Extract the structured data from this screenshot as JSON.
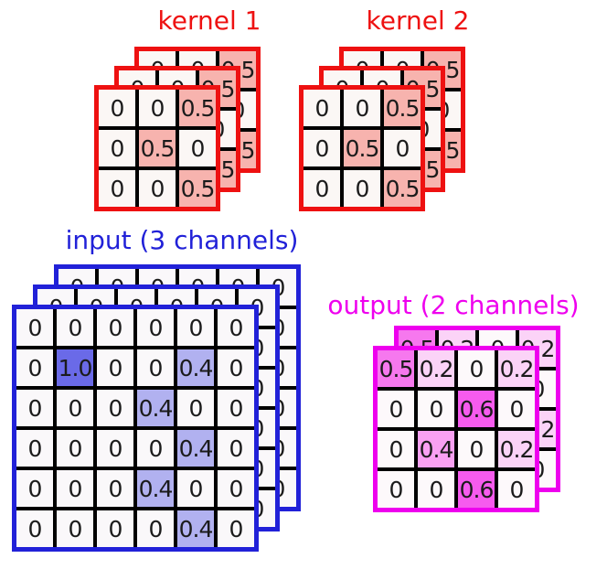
{
  "kernel1": {
    "title": "kernel 1",
    "accent_color": "#ee1111",
    "cell_colors": {
      "0": "#fbf7f5",
      "0.5": "#f7b3ae"
    },
    "layers": [
      [
        [
          "0",
          "0",
          "0.5"
        ],
        [
          "0",
          "0.5",
          "0"
        ],
        [
          "0",
          "0",
          "0.5"
        ]
      ],
      [
        [
          "0",
          "0",
          "0.5"
        ],
        [
          "0",
          "0.5",
          "0"
        ],
        [
          "0",
          "0",
          "0.5"
        ]
      ],
      [
        [
          "0",
          "0",
          "0.5"
        ],
        [
          "0",
          "0.5",
          "0"
        ],
        [
          "0",
          "0",
          "0.5"
        ]
      ]
    ]
  },
  "kernel2": {
    "title": "kernel 2",
    "accent_color": "#ee1111",
    "cell_colors": {
      "0": "#fbf7f5",
      "0.5": "#f7b3ae"
    },
    "layers": [
      [
        [
          "0",
          "0",
          "0.5"
        ],
        [
          "0",
          "0.5",
          "0"
        ],
        [
          "0",
          "0",
          "0.5"
        ]
      ],
      [
        [
          "0",
          "0",
          "0.5"
        ],
        [
          "0",
          "0.5",
          "0"
        ],
        [
          "0",
          "0",
          "0.5"
        ]
      ],
      [
        [
          "0",
          "0",
          "0.5"
        ],
        [
          "0",
          "0.5",
          "0"
        ],
        [
          "0",
          "0",
          "0.5"
        ]
      ]
    ]
  },
  "input": {
    "title": "input (3 channels)",
    "accent_color": "#2121d8",
    "cell_colors": {
      "0": "#faf8fa",
      "0.4": "#b1b1f0",
      "1.0": "#6a6ae8"
    },
    "layers": [
      [
        [
          "0",
          "0",
          "0",
          "0",
          "0",
          "0"
        ],
        [
          "0",
          "1.0",
          "0",
          "0",
          "0.4",
          "0"
        ],
        [
          "0",
          "0",
          "0",
          "0.4",
          "0",
          "0"
        ],
        [
          "0",
          "0",
          "0",
          "0",
          "0.4",
          "0"
        ],
        [
          "0",
          "0",
          "0",
          "0.4",
          "0",
          "0"
        ],
        [
          "0",
          "0",
          "0",
          "0",
          "0.4",
          "0"
        ]
      ],
      [
        [
          "0",
          "0",
          "0",
          "0",
          "0",
          "0"
        ],
        [
          "0",
          "1.0",
          "0",
          "0",
          "0.4",
          "0"
        ],
        [
          "0",
          "0",
          "0",
          "0.4",
          "0",
          "0"
        ],
        [
          "0",
          "0",
          "0",
          "0",
          "0.4",
          "0"
        ],
        [
          "0",
          "0",
          "0",
          "0.4",
          "0",
          "0"
        ],
        [
          "0",
          "0",
          "0",
          "0",
          "0.4",
          "0"
        ]
      ],
      [
        [
          "0",
          "0",
          "0",
          "0",
          "0",
          "0"
        ],
        [
          "0",
          "1.0",
          "0",
          "0",
          "0.4",
          "0"
        ],
        [
          "0",
          "0",
          "0",
          "0.4",
          "0",
          "0"
        ],
        [
          "0",
          "0",
          "0",
          "0",
          "0.4",
          "0"
        ],
        [
          "0",
          "0",
          "0",
          "0.4",
          "0",
          "0"
        ],
        [
          "0",
          "0",
          "0",
          "0",
          "0.4",
          "0"
        ]
      ]
    ]
  },
  "output": {
    "title": "output (2 channels)",
    "accent_color": "#ee00ee",
    "cell_colors": {
      "0": "#fdf9fb",
      "0.2": "#fbd3f7",
      "0.4": "#f9a0f2",
      "0.5": "#f678ee",
      "0.6": "#f65bee"
    },
    "layers": [
      [
        [
          "0.5",
          "0.2",
          "0",
          "0.2"
        ],
        [
          "0",
          "0",
          "0.6",
          "0"
        ],
        [
          "0",
          "0.4",
          "0",
          "0.2"
        ],
        [
          "0",
          "0",
          "0.6",
          "0"
        ]
      ],
      [
        [
          "0.5",
          "0.2",
          "0",
          "0.2"
        ],
        [
          "0",
          "0",
          "0.6",
          "0"
        ],
        [
          "0",
          "0.4",
          "0",
          "0.2"
        ],
        [
          "0",
          "0",
          "0.6",
          "0"
        ]
      ]
    ]
  }
}
